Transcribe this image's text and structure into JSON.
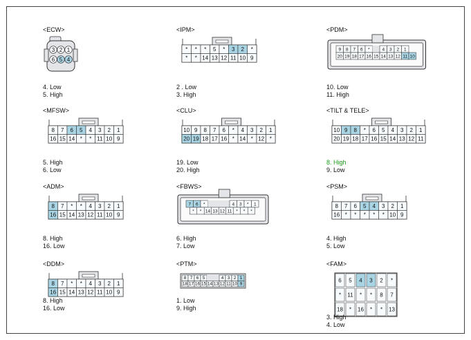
{
  "colors": {
    "highlight": "#a8d4e4",
    "pin_fill": "#f7fbfd",
    "body_fill": "#e3e5e8",
    "outline": "#333333",
    "green_text": "#1a9a1a"
  },
  "connectors": [
    {
      "id": "ecw",
      "title": "<ECW>",
      "layout": "round6",
      "rows": [
        [
          "3",
          "2",
          "1"
        ],
        [
          "6",
          "5",
          "4"
        ]
      ],
      "highlight": [
        "4",
        "5"
      ],
      "lines": [
        {
          "text": "4. Low"
        },
        {
          "text": "5. High"
        }
      ]
    },
    {
      "id": "ipm",
      "title": "<IPM>",
      "layout": "grid",
      "rows": [
        [
          "*",
          "*",
          "*",
          "5",
          "*",
          "3",
          "2",
          "*"
        ],
        [
          "*",
          "*",
          "14",
          "13",
          "12",
          "11",
          "10",
          "9"
        ]
      ],
      "highlight": [
        "3",
        "2"
      ],
      "lines": [
        {
          "text": "2 . Low"
        },
        {
          "text": "3. High"
        }
      ]
    },
    {
      "id": "pdm",
      "title": "<PDM>",
      "layout": "split",
      "rows": [
        [
          "9",
          "8",
          "7",
          "6",
          "*",
          "",
          "4",
          "3",
          "2",
          "1"
        ],
        [
          "20",
          "19",
          "18",
          "17",
          "16",
          "15",
          "14",
          "13",
          "12",
          "11",
          "10"
        ]
      ],
      "highlight": [
        "11",
        "10"
      ],
      "lines": [
        {
          "text": "10. Low"
        },
        {
          "text": "11. High"
        }
      ]
    },
    {
      "id": "mfsw",
      "title": "<MFSW>",
      "layout": "grid",
      "rows": [
        [
          "8",
          "7",
          "6",
          "5",
          "4",
          "3",
          "2",
          "1"
        ],
        [
          "16",
          "15",
          "14",
          "*",
          "*",
          "11",
          "10",
          "9"
        ]
      ],
      "highlight": [
        "6",
        "5"
      ],
      "lines": [
        {
          "text": "5. High"
        },
        {
          "text": "6. Low"
        }
      ]
    },
    {
      "id": "clu",
      "title": "<CLU>",
      "layout": "grid",
      "rows": [
        [
          "10",
          "9",
          "8",
          "7",
          "6",
          "*",
          "4",
          "3",
          "2",
          "1"
        ],
        [
          "20",
          "19",
          "18",
          "17",
          "16",
          "*",
          "14",
          "*",
          "12",
          "*"
        ]
      ],
      "highlight": [
        "20",
        "19"
      ],
      "lines": [
        {
          "text": "19. Low"
        },
        {
          "text": "20. High"
        }
      ]
    },
    {
      "id": "tilt",
      "title": "<TILT & TELE>",
      "layout": "grid",
      "rows": [
        [
          "10",
          "9",
          "8",
          "*",
          "6",
          "5",
          "4",
          "3",
          "2",
          "1"
        ],
        [
          "20",
          "19",
          "18",
          "17",
          "16",
          "15",
          "14",
          "13",
          "12",
          "11"
        ]
      ],
      "highlight": [
        "9",
        "8"
      ],
      "lines": [
        {
          "text": "8. High",
          "color": "green"
        },
        {
          "text": "9. Low"
        }
      ]
    },
    {
      "id": "adm",
      "title": "<ADM>",
      "layout": "grid",
      "rows": [
        [
          "8",
          "7",
          "*",
          "*",
          "4",
          "3",
          "2",
          "1"
        ],
        [
          "16",
          "15",
          "14",
          "13",
          "12",
          "11",
          "10",
          "9"
        ]
      ],
      "highlight": [
        "8",
        "16"
      ],
      "lines": [
        {
          "text": "8. High"
        },
        {
          "text": "16. Low"
        }
      ]
    },
    {
      "id": "fbws",
      "title": "<FBWS>",
      "layout": "split",
      "rows": [
        [
          "7",
          "6",
          "*",
          "",
          "",
          "",
          "4",
          "3",
          "*",
          "1"
        ],
        [
          "*",
          "*",
          "14",
          "13",
          "12",
          "11",
          "*",
          "*",
          "*"
        ]
      ],
      "highlight": [
        "7",
        "6"
      ],
      "lines": [
        {
          "text": "6. High"
        },
        {
          "text": "7. Low"
        }
      ]
    },
    {
      "id": "psm",
      "title": "<PSM>",
      "layout": "grid",
      "rows": [
        [
          "8",
          "7",
          "6",
          "5",
          "4",
          "3",
          "2",
          "1"
        ],
        [
          "16",
          "*",
          "*",
          "*",
          "*",
          "*",
          "10",
          "9"
        ]
      ],
      "highlight": [
        "5",
        "4"
      ],
      "lines": [
        {
          "text": "4. High"
        },
        {
          "text": "5. Low"
        }
      ]
    },
    {
      "id": "ddm",
      "title": "<DDM>",
      "layout": "grid",
      "rows": [
        [
          "8",
          "7",
          "*",
          "*",
          "4",
          "3",
          "2",
          "1"
        ],
        [
          "16",
          "15",
          "14",
          "13",
          "12",
          "11",
          "10",
          "9"
        ]
      ],
      "highlight": [
        "8",
        "16"
      ],
      "lines": [
        {
          "text": "8. High"
        },
        {
          "text": "16. Low"
        }
      ]
    },
    {
      "id": "ptm",
      "title": "<PTM>",
      "layout": "split",
      "rows": [
        [
          "8",
          "7",
          "6",
          "5",
          "",
          "",
          "4",
          "3",
          "2",
          "1"
        ],
        [
          "18",
          "17",
          "16",
          "15",
          "14",
          "13",
          "12",
          "11",
          "10",
          "9"
        ]
      ],
      "highlight": [
        "1",
        "9"
      ],
      "lines": [
        {
          "text": "1. Low"
        },
        {
          "text": "9. High"
        }
      ]
    },
    {
      "id": "fam",
      "title": "<FAM>",
      "layout": "big",
      "rows": [
        [
          "6",
          "5",
          "4",
          "3",
          "2",
          "*"
        ],
        [
          "*",
          "11",
          "*",
          "*",
          "8",
          "7"
        ],
        [
          "18",
          "*",
          "16",
          "*",
          "*",
          "13"
        ]
      ],
      "highlight": [
        "4",
        "3"
      ],
      "lines": [
        {
          "text": "3. High"
        },
        {
          "text": "4. Low"
        }
      ]
    }
  ]
}
